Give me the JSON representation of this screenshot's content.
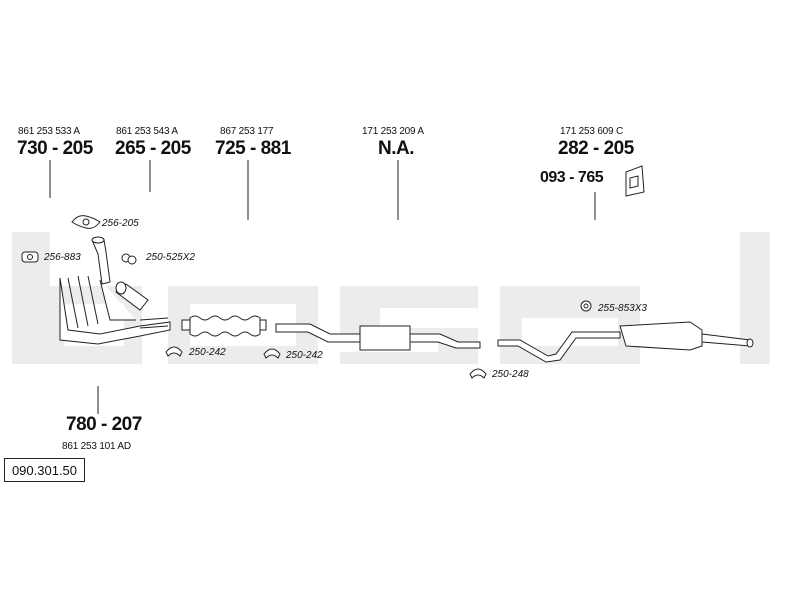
{
  "watermark": {
    "text": "bosal",
    "color": "#ececec"
  },
  "parts": [
    {
      "part_number": "861 253 533 A",
      "code": "730 - 205"
    },
    {
      "part_number": "861 253 543 A",
      "code": "265 - 205"
    },
    {
      "part_number": "867 253 177",
      "code": "725 - 881"
    },
    {
      "part_number": "171 253 209 A",
      "code": "N.A."
    },
    {
      "part_number": "171 253 609 C",
      "code": "282 - 205"
    },
    {
      "part_number": "861 253 101 AD",
      "code": "780 - 207"
    }
  ],
  "bracket_code": "093 - 765",
  "small_labels": [
    "256-205",
    "250-525X2",
    "256-883",
    "250-242",
    "250-242",
    "250-248",
    "255-853X3"
  ],
  "diagram_id": "090.301.50"
}
